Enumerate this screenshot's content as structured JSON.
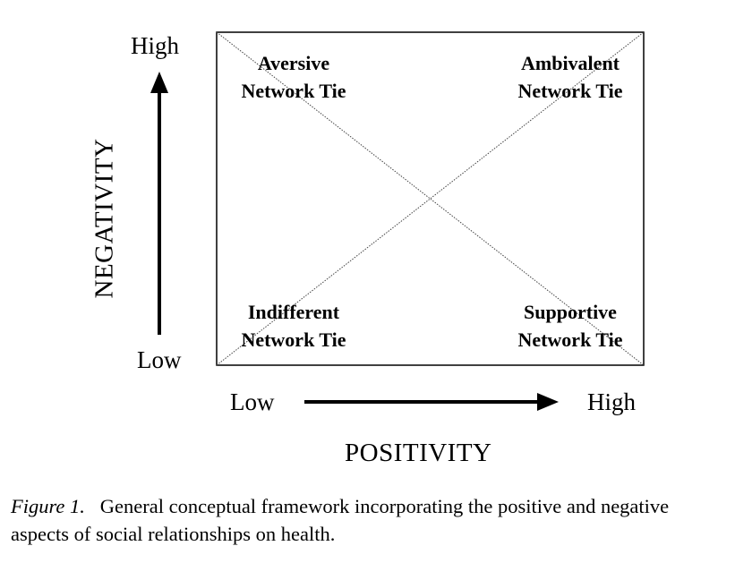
{
  "axes": {
    "y": {
      "label": "NEGATIVITY",
      "high": "High",
      "low": "Low"
    },
    "x": {
      "label": "POSITIVITY",
      "low": "Low",
      "high": "High"
    }
  },
  "quadrants": {
    "top_left": {
      "line1": "Aversive",
      "line2": "Network Tie"
    },
    "top_right": {
      "line1": "Ambivalent",
      "line2": "Network Tie"
    },
    "bottom_left": {
      "line1": "Indifferent",
      "line2": "Network Tie"
    },
    "bottom_right": {
      "line1": "Supportive",
      "line2": "Network Tie"
    }
  },
  "caption": {
    "figure_label": "Figure 1.",
    "text": "General conceptual framework incorporating the positive and negative aspects of social relationships on health."
  }
}
